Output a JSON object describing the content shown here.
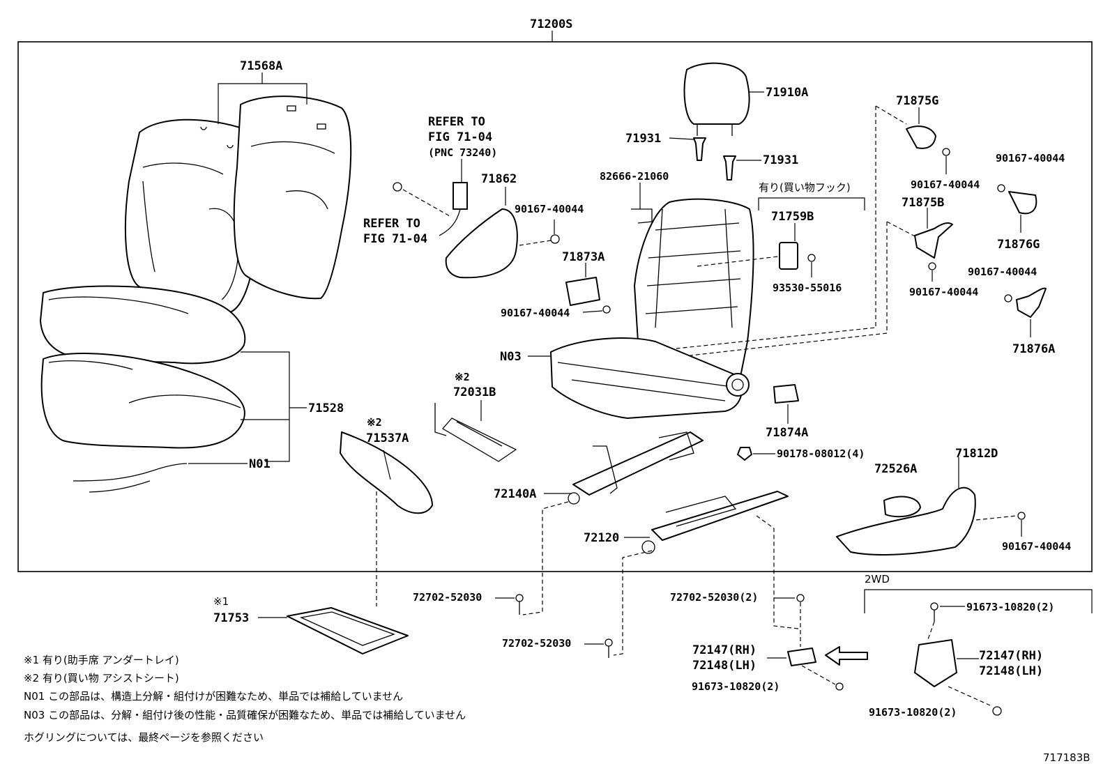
{
  "diagram": {
    "assembly_number": "71200S",
    "figure_code": "717183B",
    "parts": {
      "p71568A": "71568A",
      "p71528": "71528",
      "pN01": "N01",
      "p71537A": "71537A",
      "p71537A_mark": "※2",
      "p72031B": "72031B",
      "p72031B_mark": "※2",
      "p71862": "71862",
      "refer_to_1": "REFER TO",
      "fig_71_04_1": "FIG 71-04",
      "pnc_73240": "(PNC 73240)",
      "refer_to_2": "REFER TO",
      "fig_71_04_2": "FIG 71-04",
      "p90167_a": "90167-40044",
      "p71873A": "71873A",
      "p90167_b": "90167-40044",
      "p82666": "82666-21060",
      "p71910A": "71910A",
      "p71931_a": "71931",
      "p71931_b": "71931",
      "shopping_hook": "有り(買い物フック)",
      "p71759B": "71759B",
      "p93530": "93530-55016",
      "pN03": "N03",
      "p71874A": "71874A",
      "p90178": "90178-08012(4)",
      "p72140A": "72140A",
      "p72120": "72120",
      "p72526A": "72526A",
      "p71812D": "71812D",
      "p90167_c": "90167-40044",
      "p71875G": "71875G",
      "p90167_d": "90167-40044",
      "p90167_e": "90167-40044",
      "p71876G": "71876G",
      "p71875B": "71875B",
      "p90167_f": "90167-40044",
      "p90167_g": "90167-40044",
      "p71876A": "71876A",
      "p71753_mark": "※1",
      "p71753": "71753",
      "p72702_a": "72702-52030",
      "p72702_b": "72702-52030",
      "p72702_c": "72702-52030(2)",
      "p72147_1": "72147(RH)",
      "p72148_1": "72148(LH)",
      "p91673_a": "91673-10820(2)",
      "wd2": "2WD",
      "p91673_b": "91673-10820(2)",
      "p72147_2": "72147(RH)",
      "p72148_2": "72148(LH)",
      "p91673_c": "91673-10820(2)"
    },
    "notes": [
      "※1 有り(助手席 アンダートレイ)",
      "※2 有り(買い物 アシストシート)",
      "N01 この部品は、構造上分解・組付けが困難なため、単品では補給していません",
      "N03 この部品は、分解・組付け後の性能・品質確保が困難なため、単品では補給していません",
      "ホグリングについては、最終ページを参照ください"
    ]
  }
}
